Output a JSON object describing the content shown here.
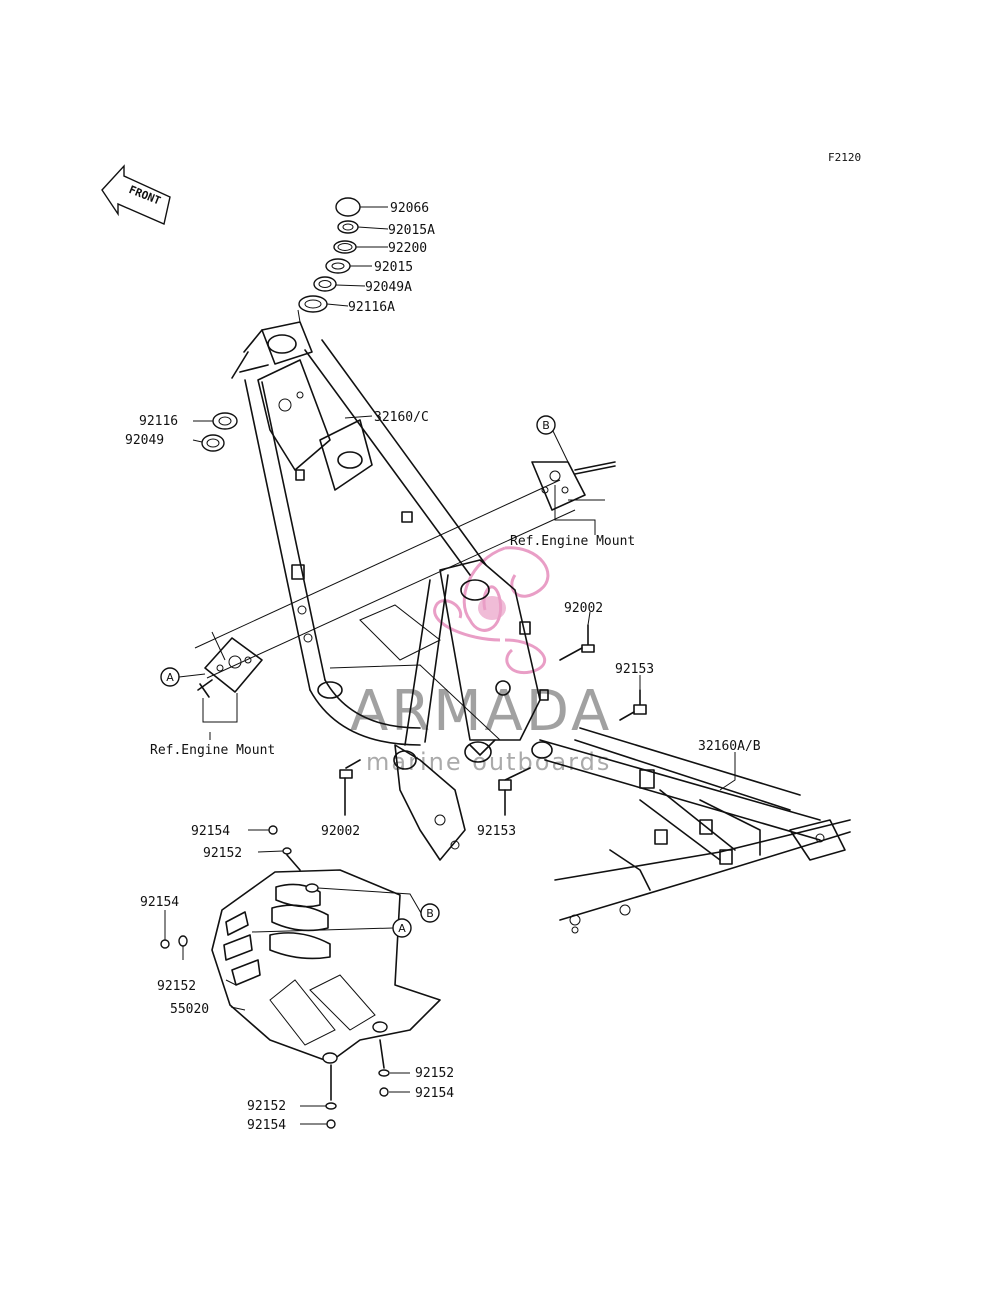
{
  "diagram_code": "F2120",
  "front_label": "FRONT",
  "watermark": {
    "brand": "ARMADA",
    "tagline": "marine outboards",
    "accent_color": "#e487b8"
  },
  "ref_labels": {
    "engine_mount_upper": "Ref.Engine Mount",
    "engine_mount_lower": "Ref.Engine Mount"
  },
  "callouts": {
    "a1": "A",
    "a2": "A",
    "b1": "B",
    "b2": "B"
  },
  "parts": {
    "p92066": "92066",
    "p92015A": "92015A",
    "p92200": "92200",
    "p92015": "92015",
    "p92049A": "92049A",
    "p92116A": "92116A",
    "p92116": "92116",
    "p92049": "92049",
    "p32160C": "32160/C",
    "p92002a": "92002",
    "p92153a": "92153",
    "p32160AB": "32160A/B",
    "p92002b": "92002",
    "p92153b": "92153",
    "p92154a": "92154",
    "p92152a": "92152",
    "p92154b": "92154",
    "p92152b": "92152",
    "p55020": "55020",
    "p92152c": "92152",
    "p92154c": "92154",
    "p92152d": "92152",
    "p92154d": "92154"
  }
}
